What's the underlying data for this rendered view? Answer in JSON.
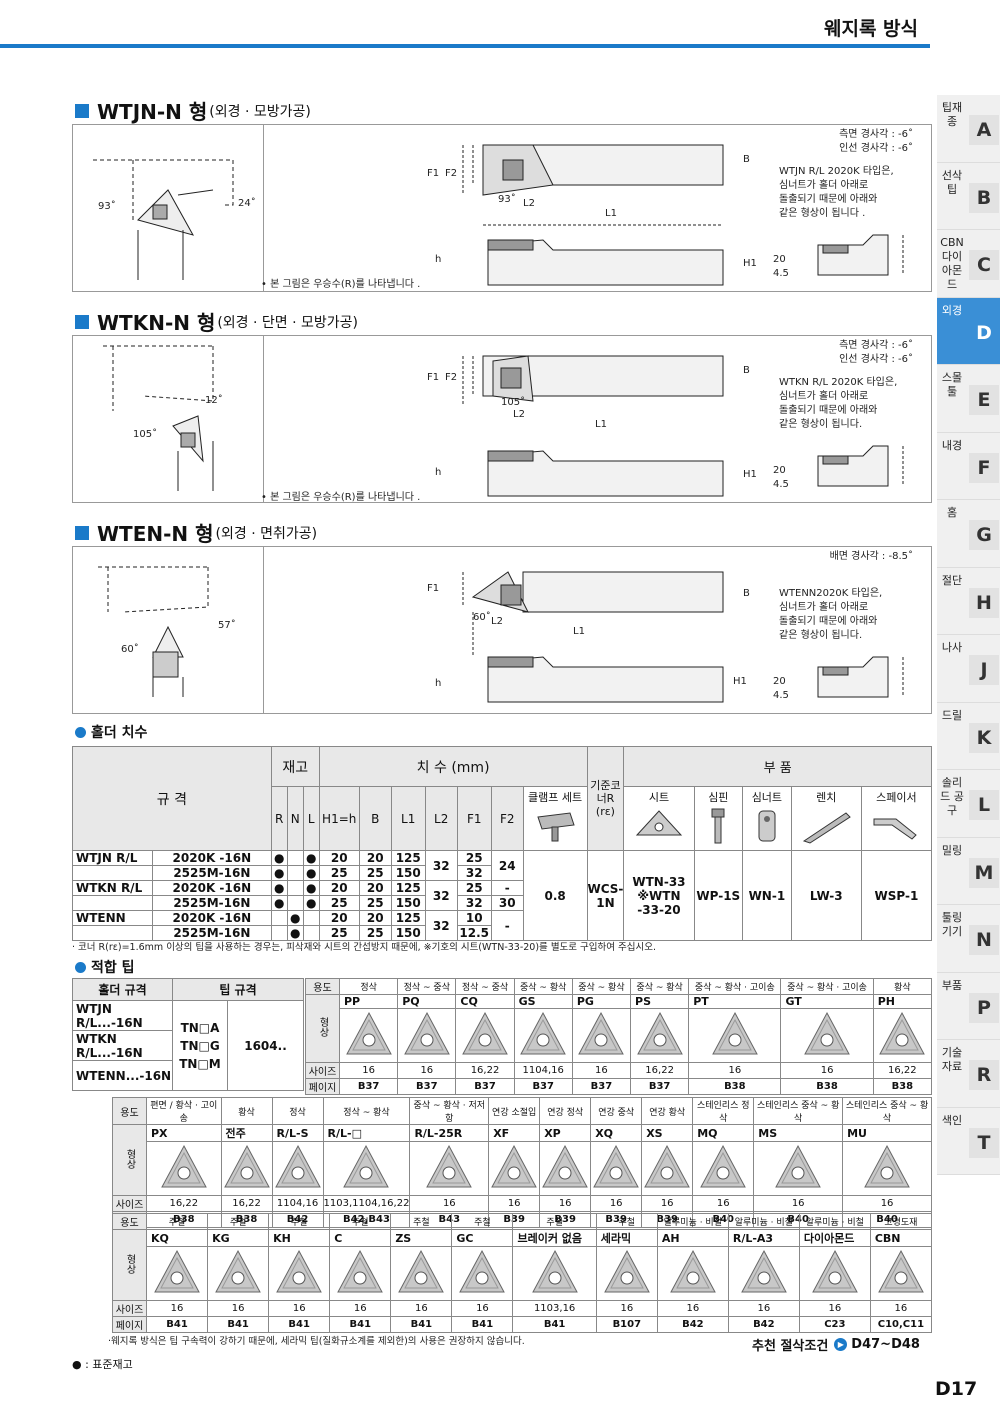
{
  "header": {
    "title": "웨지록 방식"
  },
  "side": [
    {
      "kor": "팁재종",
      "let": "A"
    },
    {
      "kor": "선삭팁",
      "let": "B"
    },
    {
      "kor": "CBN 다이아몬드",
      "let": "C"
    },
    {
      "kor": "외경",
      "let": "D",
      "active": true
    },
    {
      "kor": "스몰툴",
      "let": "E"
    },
    {
      "kor": "내경",
      "let": "F"
    },
    {
      "kor": "홈",
      "let": "G"
    },
    {
      "kor": "절단",
      "let": "H"
    },
    {
      "kor": "나사",
      "let": "J"
    },
    {
      "kor": "드릴",
      "let": "K"
    },
    {
      "kor": "솔리드 공구",
      "let": "L"
    },
    {
      "kor": "밀링",
      "let": "M"
    },
    {
      "kor": "툴링기기",
      "let": "N"
    },
    {
      "kor": "부품",
      "let": "P"
    },
    {
      "kor": "기술자료",
      "let": "R"
    },
    {
      "kor": "색인",
      "let": "T"
    }
  ],
  "sections": [
    {
      "title": "WTJN-N 형",
      "sub": "(외경 · 모방가공)",
      "angle1": "93˚",
      "angle2": "24˚",
      "rake1": "측면 경사각 : -6˚",
      "rake2": "인선 경사각 : -6˚",
      "desc": [
        "WTJN R/L 2020K 타입은,",
        "심너트가 홀더 아래로",
        "돌출되기 때문에 아래와",
        "같은 형상이 됩니다 ."
      ],
      "note": "• 본 그림은 우승수(R)를 나타냅니다 .",
      "dim_angle": "93˚"
    },
    {
      "title": "WTKN-N 형",
      "sub": "(외경 · 단면 · 모방가공)",
      "angle1": "105˚",
      "angle2": "12˚",
      "rake1": "측면 경사각 : -6˚",
      "rake2": "인선 경사각 : -6˚",
      "desc": [
        "WTKN R/L 2020K 타입은,",
        "심너트가 홀더 아래로",
        "돌출되기 때문에 아래와",
        "같은 형상이 됩니다."
      ],
      "note": "• 본 그림은 우승수(R)를 나타냅니다 .",
      "dim_angle": "105˚"
    },
    {
      "title": "WTEN-N 형",
      "sub": "(외경 · 면취가공)",
      "angle1": "60˚",
      "angle2": "57˚",
      "rake1": "배면 경사각 : -8.5˚",
      "rake2": "",
      "desc": [
        "WTENN2020K 타입은,",
        "심너트가 홀더 아래로",
        "돌출되기 때문에 아래와",
        "같은 형상이 됩니다."
      ],
      "note": "",
      "dim_angle": "60˚"
    }
  ],
  "dims": {
    "F1": "F1",
    "F2": "F2",
    "B": "B",
    "L1": "L1",
    "L2": "L2",
    "h": "h",
    "H1": "H1",
    "d45": "4.5",
    "d20": "20"
  },
  "holder": {
    "title": "홀더 치수",
    "h_stock": "재고",
    "h_dims": "치  수 (mm)",
    "h_corner": "기준코너R (rε)",
    "h_parts": "부  품",
    "h_spec": "규  격",
    "h_cols": [
      "R",
      "N",
      "L",
      "H1=h",
      "B",
      "L1",
      "L2",
      "F1",
      "F2"
    ],
    "h_parts_cols": [
      "클램프 세트",
      "시트",
      "심핀",
      "심너트",
      "렌치",
      "스페이서"
    ],
    "rows": [
      {
        "model": "WTJN R/L",
        "spec": "2020K -16N",
        "R": "●",
        "N": "",
        "L": "●",
        "H1": "20",
        "B": "20",
        "L1": "125",
        "F1": "25"
      },
      {
        "model": "",
        "spec": "2525M-16N",
        "R": "●",
        "N": "",
        "L": "●",
        "H1": "25",
        "B": "25",
        "L1": "150",
        "F1": "32"
      },
      {
        "model": "WTKN R/L",
        "spec": "2020K -16N",
        "R": "●",
        "N": "",
        "L": "●",
        "H1": "20",
        "B": "20",
        "L1": "125",
        "F1": "25"
      },
      {
        "model": "",
        "spec": "2525M-16N",
        "R": "●",
        "N": "",
        "L": "●",
        "H1": "25",
        "B": "25",
        "L1": "150",
        "F1": "32"
      },
      {
        "model": "WTENN",
        "spec": "2020K -16N",
        "R": "",
        "N": "●",
        "L": "",
        "H1": "20",
        "B": "20",
        "L1": "125",
        "F1": "10"
      },
      {
        "model": "",
        "spec": "2525M-16N",
        "R": "",
        "N": "●",
        "L": "",
        "H1": "25",
        "B": "25",
        "L1": "150",
        "F1": "12.5"
      }
    ],
    "L2": "32",
    "F2_jn": "24",
    "F2_kn_a": "-",
    "F2_kn_b": "30",
    "F2_en": "-",
    "corner": "0.8",
    "clamp": "WCS-1N",
    "seat": "WTN-33\n※WTN\n-33-20",
    "pin": "WP-1S",
    "nut": "WN-1",
    "wrench": "LW-3",
    "spacer": "WSP-1",
    "footnote": "· 코너 R(rε)=1.6mm 이상의 팁을 사용하는 경우는, 피삭재와 시트의 간섭방지 때문에, ※기호의 시트(WTN-33-20)를 별도로 구입하여 주십시오."
  },
  "tips": {
    "title": "적합 팁",
    "h_holder": "홀더 규격",
    "h_tip": "팁 규격",
    "holders": [
      "WTJN R/L...-16N",
      "WTKN R/L...-16N",
      "WTENN...-16N"
    ],
    "tipspecs": [
      "TN□A",
      "TN□G",
      "TN□M"
    ],
    "size": "1604..",
    "lbl_use": "용도",
    "lbl_shape": "형상",
    "lbl_size": "사이즈",
    "lbl_page": "페이지",
    "row1": [
      {
        "use": "정삭",
        "code": "PP",
        "size": "16",
        "page": "B37"
      },
      {
        "use": "정삭 ~ 중삭",
        "code": "PQ",
        "size": "16",
        "page": "B37"
      },
      {
        "use": "정삭 ~ 중삭",
        "code": "CQ",
        "size": "16,22",
        "page": "B37"
      },
      {
        "use": "중삭 ~ 황삭",
        "code": "GS",
        "size": "1104,16",
        "page": "B37"
      },
      {
        "use": "중삭 ~ 황삭",
        "code": "PG",
        "size": "16",
        "page": "B37"
      },
      {
        "use": "중삭 ~ 황삭",
        "code": "PS",
        "size": "16,22",
        "page": "B37"
      },
      {
        "use": "중삭 ~ 황삭 · 고이송",
        "code": "PT",
        "size": "16",
        "page": "B38"
      },
      {
        "use": "중삭 ~ 황삭 · 고이송",
        "code": "GT",
        "size": "16",
        "page": "B38"
      },
      {
        "use": "황삭",
        "code": "PH",
        "size": "16,22",
        "page": "B38"
      }
    ],
    "row2": [
      {
        "use": "편면 / 황삭 · 고이송",
        "code": "PX",
        "size": "16,22",
        "page": "B38"
      },
      {
        "use": "황삭",
        "code": "전주",
        "size": "16,22",
        "page": "B38"
      },
      {
        "use": "정삭",
        "code": "R/L-S",
        "size": "1104,16",
        "page": "B42"
      },
      {
        "use": "정삭 ~ 황삭",
        "code": "R/L-□",
        "size": "1103,1104,16,22",
        "page": "B42,B43"
      },
      {
        "use": "중삭 ~ 황삭 · 저저항",
        "code": "R/L-25R",
        "size": "16",
        "page": "B43"
      },
      {
        "use": "연강 소절입",
        "code": "XF",
        "size": "16",
        "page": "B39"
      },
      {
        "use": "연강 정삭",
        "code": "XP",
        "size": "16",
        "page": "B39"
      },
      {
        "use": "연강 중삭",
        "code": "XQ",
        "size": "16",
        "page": "B39"
      },
      {
        "use": "연강 황삭",
        "code": "XS",
        "size": "16",
        "page": "B39"
      },
      {
        "use": "스테인리스 정삭",
        "code": "MQ",
        "size": "16",
        "page": "B40"
      },
      {
        "use": "스테인리스 중삭 ~ 황삭",
        "code": "MS",
        "size": "16",
        "page": "B40"
      },
      {
        "use": "스테인리스 중삭 ~ 황삭",
        "code": "MU",
        "size": "16",
        "page": "B40"
      }
    ],
    "row3": [
      {
        "use": "주철",
        "code": "KQ",
        "size": "16",
        "page": "B41"
      },
      {
        "use": "주철",
        "code": "KG",
        "size": "16",
        "page": "B41"
      },
      {
        "use": "주철",
        "code": "KH",
        "size": "16",
        "page": "B41"
      },
      {
        "use": "주철",
        "code": "C",
        "size": "16",
        "page": "B41"
      },
      {
        "use": "주철",
        "code": "ZS",
        "size": "16",
        "page": "B41"
      },
      {
        "use": "주철",
        "code": "GC",
        "size": "16",
        "page": "B41"
      },
      {
        "use": "주철",
        "code": "브레이커 없음",
        "size": "1103,16",
        "page": "B41"
      },
      {
        "use": "주철",
        "code": "세라믹",
        "size": "16",
        "page": "B107"
      },
      {
        "use": "알루미늄 · 비철",
        "code": "AH",
        "size": "16",
        "page": "B42"
      },
      {
        "use": "알루미늄 · 비철",
        "code": "R/L-A3",
        "size": "16",
        "page": "B42"
      },
      {
        "use": "알루미늄 · 비철",
        "code": "다이아몬드",
        "size": "16",
        "page": "C23"
      },
      {
        "use": "고경도재",
        "code": "CBN",
        "size": "16",
        "page": "C10,C11"
      }
    ],
    "footnote": "·웨지록 방식은 팁 구속력이 강하기 때문에, 세라믹 팁(질화규소계를 제외한)의 사용은 권장하지 않습니다."
  },
  "recommend": {
    "label": "추천 절삭조건",
    "page": "D47~D48"
  },
  "legend": "● : 표준재고",
  "page_number": "D17"
}
